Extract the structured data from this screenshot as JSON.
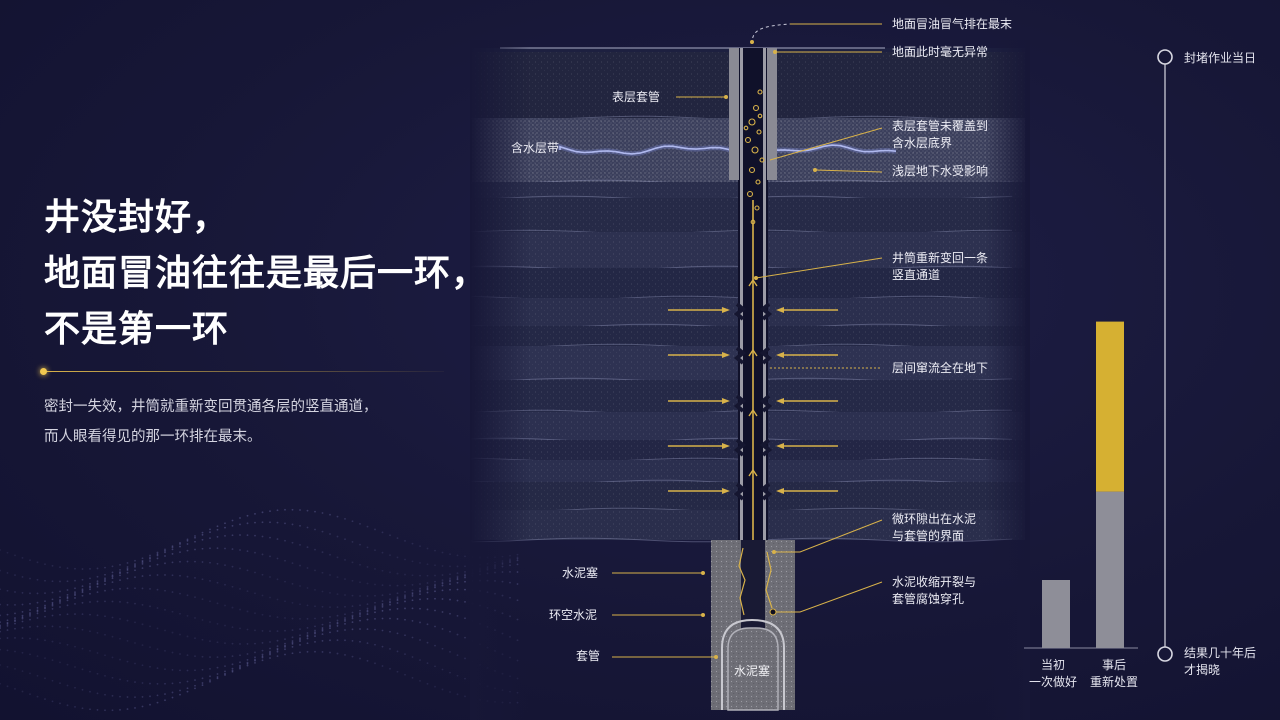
{
  "headline": {
    "line1": "井没封好，",
    "line2": "地面冒油往往是最后一环，",
    "line3": "不是第一环"
  },
  "body": {
    "line1": "密封一失效，井筒就重新变回贯通各层的竖直通道，",
    "line2": "而人眼看得见的那一环排在最末。"
  },
  "right_labels": {
    "surface_seep": "地面冒油冒气排在最末",
    "surface_normal": "地面此时毫无异常",
    "casing_gap_1": "表层套管未覆盖到",
    "casing_gap_2": "含水层底界",
    "shallow_water": "浅层地下水受影响",
    "vertical_1": "井筒重新变回一条",
    "vertical_2": "竖直通道",
    "crossflow": "层间窜流全在地下",
    "microannulus_1": "微环隙出在水泥",
    "microannulus_2": "与套管的界面",
    "cracking_1": "水泥收缩开裂与",
    "cracking_2": "套管腐蚀穿孔"
  },
  "left_labels": {
    "surface_casing": "表层套管",
    "aquifer": "含水层带",
    "cement_plug": "水泥塞",
    "annular_cement": "环空水泥",
    "casing": "套管",
    "plug_inside": "水泥塞"
  },
  "timeline": {
    "top_label": "封堵作业当日",
    "bottom_label_1": "结果几十年后",
    "bottom_label_2": "才揭晓"
  },
  "colors": {
    "accent_gold": "#d8b24a",
    "background": "#171737",
    "bar_grey": "#8e8e98"
  },
  "chart_data": {
    "type": "bar",
    "title": "",
    "categories": [
      "当初\n一次做好",
      "事后\n重新处置"
    ],
    "category_lines": [
      [
        "当初",
        "一次做好"
      ],
      [
        "事后",
        "重新处置"
      ]
    ],
    "series": [
      {
        "values": [
          1.0,
          2.3
        ]
      },
      {
        "values": [
          0,
          2.5
        ]
      }
    ],
    "colors": [
      "#8e8e98",
      "#d6b032"
    ],
    "stacked": true,
    "ylim": [
      0,
      5
    ],
    "grid": false,
    "legend": "none"
  }
}
